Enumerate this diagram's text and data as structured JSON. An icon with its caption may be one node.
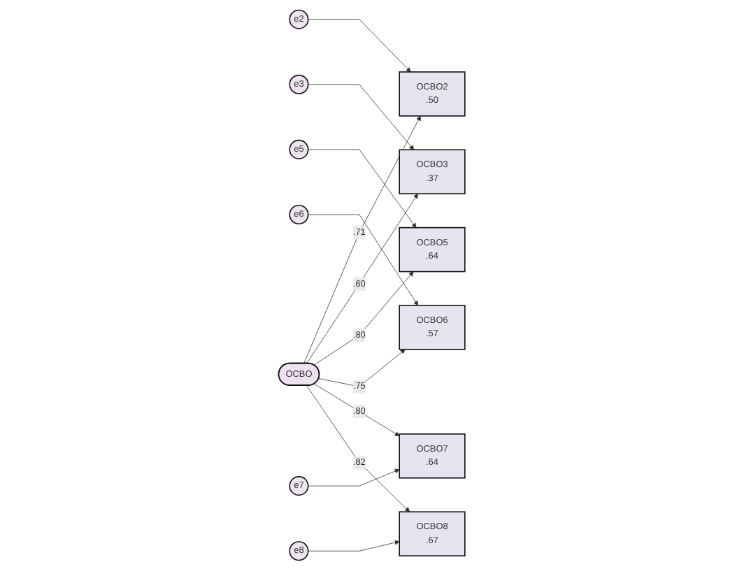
{
  "diagram": {
    "nodes": [
      {
        "text": [
          "e2"
        ]
      },
      {
        "text": [
          "OCBO2",
          ".50"
        ]
      },
      {
        "text": [
          "e3"
        ]
      },
      {
        "text": [
          "OCBO3",
          ".37"
        ]
      },
      {
        "text": [
          "e5"
        ]
      },
      {
        "text": [
          "OCBO5",
          ".64"
        ]
      },
      {
        "text": [
          "e6"
        ]
      },
      {
        "text": [
          "OCBO6",
          ".57"
        ]
      },
      {
        "text": [
          "e7"
        ]
      },
      {
        "text": [
          "OCBO7",
          ".64"
        ]
      },
      {
        "text": [
          "e8"
        ]
      },
      {
        "text": [
          "OCBO8",
          ".67"
        ]
      },
      {
        "text": [
          "OCBO"
        ]
      }
    ],
    "edges": [
      {
        "from": 0,
        "to": 1,
        "arrow": "to"
      },
      {
        "from": 2,
        "to": 3,
        "arrow": "to"
      },
      {
        "from": 4,
        "to": 5,
        "arrow": "to"
      },
      {
        "from": 6,
        "to": 7,
        "arrow": "to"
      },
      {
        "from": 8,
        "to": 9,
        "arrow": "to"
      },
      {
        "from": 10,
        "to": 11,
        "arrow": "to"
      },
      {
        "from": 12,
        "to": 1,
        "arrow": "to",
        "label": ".71"
      },
      {
        "from": 12,
        "to": 3,
        "arrow": "to",
        "label": ".60"
      },
      {
        "from": 12,
        "to": 5,
        "arrow": "to",
        "label": ".80"
      },
      {
        "from": 12,
        "to": 7,
        "arrow": "to",
        "label": ".75"
      },
      {
        "from": 12,
        "to": 9,
        "arrow": "to",
        "label": ".80"
      },
      {
        "from": 12,
        "to": 11,
        "arrow": "to",
        "label": ".82"
      }
    ]
  }
}
